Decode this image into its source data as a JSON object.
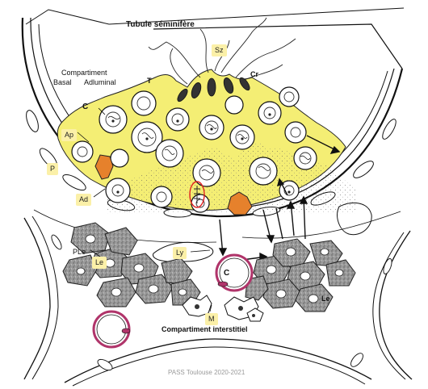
{
  "diagram": {
    "title": "Tubule séminifère",
    "compartment_heading": "Compartiment",
    "basal": "Basal",
    "adluminal": "Adluminal",
    "interstitial": "Compartiment interstitiel",
    "credit": "PASS Toulouse 2020-2021",
    "labels": {
      "sz": "Sz",
      "cr": "Cr",
      "t": "T",
      "c_upper": "C",
      "ap": "Ap",
      "p": "P",
      "ad": "Ad",
      "ple": "PLe",
      "le_left": "Le",
      "ly": "Ly",
      "c_lower": "C",
      "m": "M",
      "le_right": "Le"
    },
    "colors": {
      "cytoplasm": "#f4ee74",
      "spermatogonia": "#e6812c",
      "tag_background": "#fbf0a8",
      "capillary": "#b0346a",
      "barrier_highlight": "#e02020",
      "leydig": "#9a9a9a"
    }
  }
}
